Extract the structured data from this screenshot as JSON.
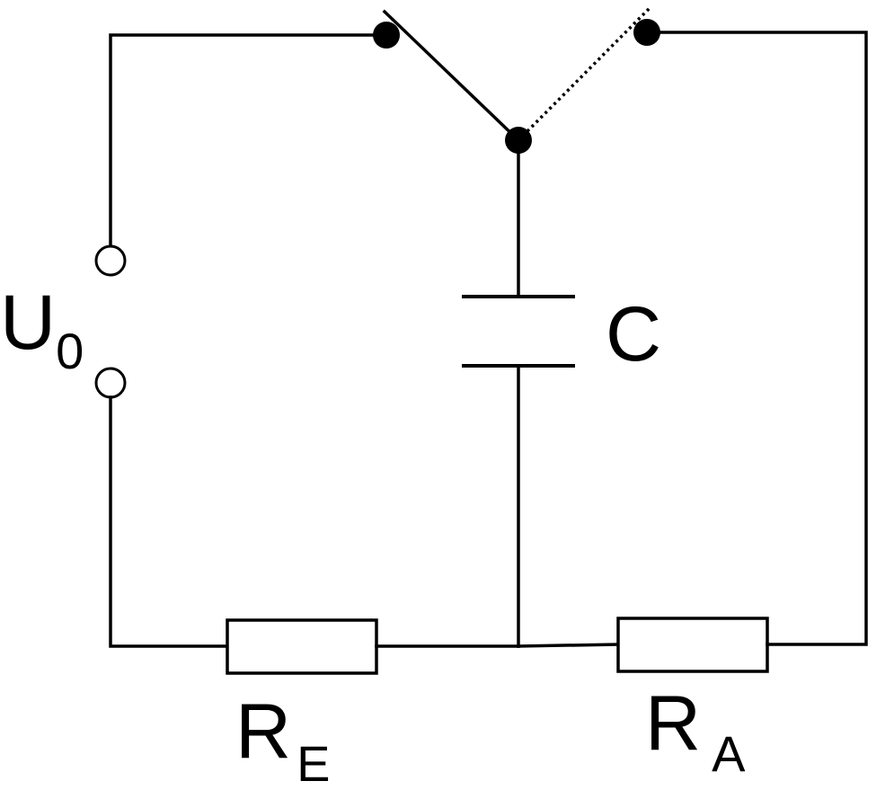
{
  "diagram": {
    "type": "circuit",
    "components": {
      "source": {
        "symbol": "U",
        "subscript": "0"
      },
      "capacitor": {
        "symbol": "C"
      },
      "resistor_charge": {
        "symbol": "R",
        "subscript": "E"
      },
      "resistor_discharge": {
        "symbol": "R",
        "subscript": "A"
      }
    },
    "switch": {
      "closed_to": "source",
      "open_to": "resistor_discharge"
    }
  }
}
